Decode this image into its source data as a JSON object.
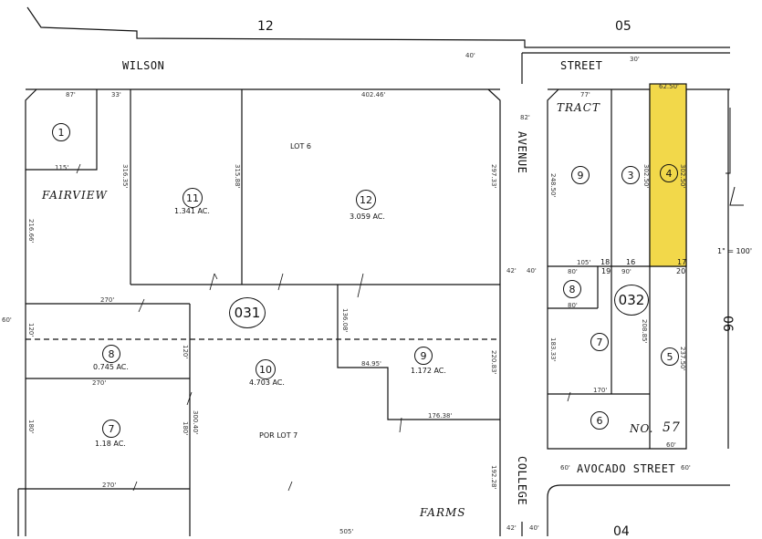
{
  "header": {
    "book_left": "12",
    "book_right": "05",
    "book_bottom": "04",
    "book_side": "06"
  },
  "streets": {
    "wilson": "WILSON",
    "street_top": "STREET",
    "avenue": "AVENUE",
    "college": "COLLEGE",
    "avocado": "AVOCADO  STREET"
  },
  "areas": {
    "fairview": "FAIRVIEW",
    "tract": "TRACT",
    "farms": "FARMS",
    "no": "NO.",
    "no_value": "57"
  },
  "block_labels": {
    "center": "031",
    "right": "032"
  },
  "scale": "1\" = 100'",
  "highlight_color": "#f2d84a",
  "parcels": [
    {
      "id": "p1",
      "number": "1",
      "acres": ""
    },
    {
      "id": "p11",
      "number": "11",
      "acres": "1.341 AC."
    },
    {
      "id": "p12",
      "number": "12",
      "acres": "3.059 AC."
    },
    {
      "id": "p8",
      "number": "8",
      "acres": "0.745 AC."
    },
    {
      "id": "p10",
      "number": "10",
      "acres": "4.703 AC."
    },
    {
      "id": "p9",
      "number": "9",
      "acres": "1.172 AC."
    },
    {
      "id": "p7",
      "number": "7",
      "acres": "1.18 AC."
    },
    {
      "id": "r9",
      "number": "9",
      "acres": ""
    },
    {
      "id": "r3",
      "number": "3",
      "acres": ""
    },
    {
      "id": "r4",
      "number": "4",
      "acres": ""
    },
    {
      "id": "r8",
      "number": "8",
      "acres": ""
    },
    {
      "id": "r7",
      "number": "7",
      "acres": ""
    },
    {
      "id": "r5",
      "number": "5",
      "acres": ""
    },
    {
      "id": "r6",
      "number": "6",
      "acres": ""
    }
  ],
  "lot_labels": {
    "lot6": "LOT  6",
    "porlot7": "POR LOT 7"
  },
  "lot_numbers": {
    "n16": "16",
    "n17": "17",
    "n18": "18",
    "n19": "19",
    "n20": "20"
  },
  "dimensions": {
    "d402": "402.46'",
    "d270a": "270'",
    "d270b": "270'",
    "d270c": "270'",
    "d505": "505'",
    "d176": "176.38'",
    "d84": "84.95'",
    "d170": "170'",
    "d105": "105'",
    "d80a": "80'",
    "d90": "90'",
    "d80b": "80'",
    "d115": "115'",
    "d87": "87'",
    "d33": "33'",
    "d77": "77'",
    "d62": "62.50'",
    "d316": "316.35'",
    "d315": "315.88'",
    "d297": "297.33'",
    "d216": "216.66'",
    "d220": "220.83'",
    "d192": "192.28'",
    "d300": "300.40'",
    "d136": "136.08'",
    "d120a": "120'",
    "d120b": "120'",
    "d180a": "180'",
    "d180b": "180'",
    "d82": "82'",
    "d248": "248.50'",
    "d302a": "302.50'",
    "d302b": "302.50'",
    "d208": "208.85'",
    "d183": "183.33'",
    "d237": "237.50'",
    "d60": "60'",
    "d42a": "42'",
    "d40a": "40'",
    "d42b": "42'",
    "d40b": "40'",
    "d30": "30'",
    "d60b": "60'",
    "d60c": "60'",
    "d60d": "60'",
    "d40c": "40'"
  }
}
